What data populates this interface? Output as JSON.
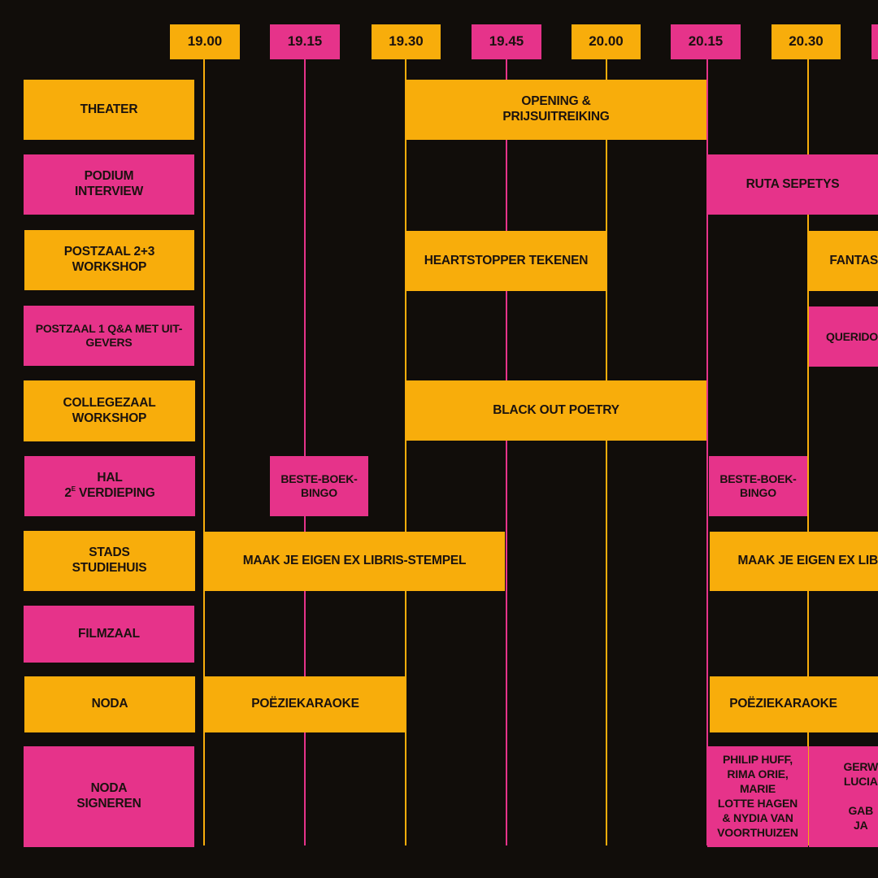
{
  "timeline": {
    "times": [
      "19.00",
      "19.15",
      "19.30",
      "19.45",
      "20.00",
      "20.15",
      "20.30",
      ""
    ]
  },
  "rooms": {
    "theater": "THEATER",
    "podium": "PODIUM\nINTERVIEW",
    "postzaal23": "POSTZAAL 2+3 WORKSHOP",
    "postzaal1": "POSTZAAL 1 Q&A MET UIT-\nGEVERS",
    "collegezaal": "COLLEGEZAAL WORKSHOP",
    "hal_line1": "HAL",
    "hal_line2_num": "2",
    "hal_line2_sup": "E",
    "hal_line2_rest": " VERDIEPING",
    "stadsstudiehuis": "STADS\nSTUDIEHUIS",
    "filmzaal": "FILMZAAL",
    "noda": "NODA",
    "noda_signeren": "NODA\nSIGNEREN"
  },
  "events": {
    "opening": "OPENING &\nPRIJSUITREIKING",
    "ruta": "RUTA SEPETYS",
    "heartstopper": "HEARTSTOPPER TEKENEN",
    "fantasy_partial": "FANTAS",
    "querido_partial": "QUERIDO",
    "blackout": "BLACK OUT POETRY",
    "bingo1": "BESTE-BOEK-\nBINGO",
    "bingo2": "BESTE-BOEK-\nBINGO",
    "exlibris1": "MAAK JE EIGEN EX LIBRIS-STEMPEL",
    "exlibris2_partial": "MAAK JE EIGEN EX LIB",
    "poezie1": "POËZIEKARAOKE",
    "poezie2": "POËZIEKARAOKE",
    "signeren1": "PHILIP HUFF,\nRIMA ORIE, MARIE\nLOTTE HAGEN\n& NYDIA VAN\nVOORTHUIZEN",
    "signeren2_partial": "GERW\nLUCIA\n\nGAB\nJA"
  },
  "colors": {
    "background": "#110d0a",
    "orange": "#f8ad0b",
    "pink": "#e6338a",
    "text": "#1a120f"
  }
}
